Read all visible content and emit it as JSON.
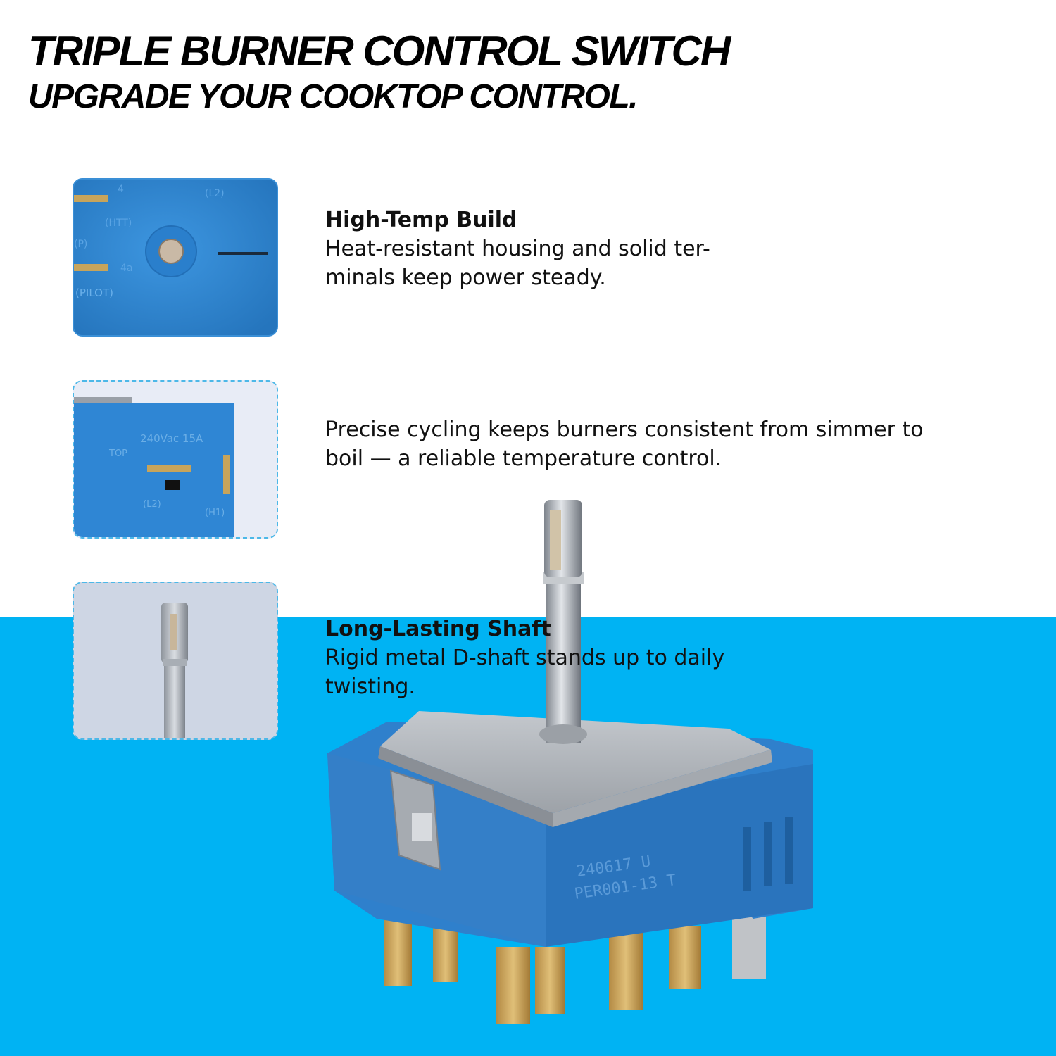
{
  "header": {
    "title": "TRIPLE BURNER CONTROL SWITCH",
    "subtitle": "UPGRADE YOUR COOKTOP CONTROL."
  },
  "features": [
    {
      "title": "High-Temp Build",
      "desc_line1": "Heat-resistant housing and solid ter-",
      "desc_line2": "minals keep power steady."
    },
    {
      "title": "",
      "desc_line1": "Precise cycling keeps burners consistent from simmer to",
      "desc_line2": "boil — a reliable temperature control."
    },
    {
      "title": "Long-Lasting Shaft",
      "desc_line1": "Rigid metal D-shaft stands up to daily",
      "desc_line2": "twisting."
    }
  ],
  "thumbnails": {
    "thumb1": {
      "label_l2": "(L2)",
      "label_4": "4",
      "label_htt": "(HTT)",
      "label_p": "(P)",
      "label_4a": "4a",
      "label_pilot": "(PILOT)"
    },
    "thumb2": {
      "rating": "240Vac 15A",
      "label_top": "TOP",
      "label_l2": "(L2)",
      "label_h1": "(H1)"
    }
  },
  "product": {
    "marking_line1": "240617  U",
    "marking_line2": "PER001-13  T"
  },
  "colors": {
    "band": "#00b3f3",
    "housing": "#2f86d4",
    "metal": "#b8bcc2"
  }
}
